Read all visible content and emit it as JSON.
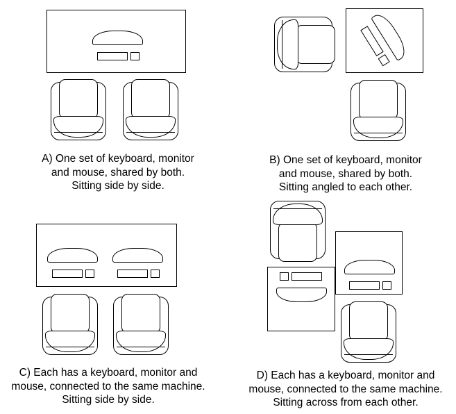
{
  "figure": {
    "background": "#ffffff",
    "stroke": "#000000",
    "text_color": "#000000",
    "diagram_elements": {
      "desk": "rectangle (table seen from above)",
      "monitor": "rounded-top loaf shape",
      "keyboard": "small wide rectangle",
      "mouse": "small square",
      "chair": "armchair seen from above (body, backrest, seat cushion with front-edge line)"
    },
    "options": [
      {
        "id": "A",
        "caption_lines": [
          "A) One set of keyboard, monitor",
          "and mouse, shared by both.",
          "Sitting side by side."
        ],
        "desk_count": 1,
        "workstation_count": 1,
        "chair_count": 2
      },
      {
        "id": "B",
        "caption_lines": [
          "B) One set of keyboard, monitor",
          "and mouse, shared by both.",
          "Sitting angled to each other."
        ],
        "desk_count": 1,
        "workstation_count": 1,
        "chair_count": 2
      },
      {
        "id": "C",
        "caption_lines": [
          "C) Each has a keyboard, monitor and",
          "mouse, connected to the same machine.",
          "Sitting side by side."
        ],
        "desk_count": 1,
        "workstation_count": 2,
        "chair_count": 2
      },
      {
        "id": "D",
        "caption_lines": [
          "D) Each has a keyboard, monitor and",
          "mouse, connected to the same machine.",
          "Sitting across from each other."
        ],
        "desk_count": 2,
        "workstation_count": 2,
        "chair_count": 2
      }
    ]
  }
}
